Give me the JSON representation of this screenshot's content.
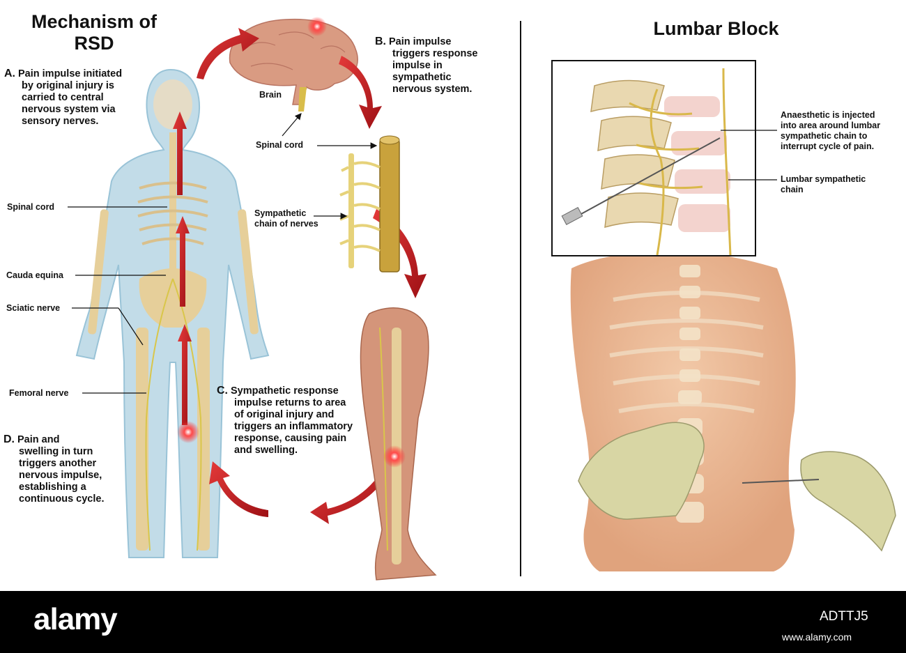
{
  "left": {
    "title_line1": "Mechanism of",
    "title_line2": "RSD",
    "steps": [
      {
        "letter": "A.",
        "lines": [
          "Pain impulse initiated",
          "by original injury is",
          "carried to central",
          "nervous system via",
          "sensory nerves."
        ]
      },
      {
        "letter": "B.",
        "lines": [
          "Pain impulse",
          "triggers response",
          "impulse in",
          "sympathetic",
          "nervous system."
        ]
      },
      {
        "letter": "C.",
        "lines": [
          "Sympathetic response",
          "impulse returns to area",
          "of original injury and",
          "triggers an inflammatory",
          "response, causing pain",
          "and swelling."
        ]
      },
      {
        "letter": "D.",
        "lines": [
          "Pain and",
          "swelling in turn",
          "triggers another",
          "nervous impulse,",
          "establishing a",
          "continuous cycle."
        ]
      }
    ],
    "labels": {
      "spinal_cord_body": "Spinal cord",
      "cauda_equina": "Cauda equina",
      "sciatic_nerve": "Sciatic nerve",
      "femoral_nerve": "Femoral nerve",
      "brain": "Brain",
      "spinal_cord_chain": "Spinal cord",
      "sympathetic_chain_1": "Sympathetic",
      "sympathetic_chain_2": "chain of nerves"
    }
  },
  "right": {
    "title": "Lumbar Block",
    "annotation_1": [
      "Anaesthetic is injected",
      "into area around lumbar",
      "sympathetic chain to",
      "interrupt cycle of pain."
    ],
    "annotation_2": [
      "Lumbar sympathetic",
      "chain"
    ]
  },
  "footer": {
    "logo": "alamy",
    "image_id": "ADTTJ5",
    "site": "www.alamy.com"
  },
  "colors": {
    "arrow": "#c0161b",
    "skin": "#e7b793",
    "body_outline": "#a9cde0",
    "bone": "#e6cf9a",
    "nerve": "#d9c64a",
    "pain_spot": "#ff2a2a"
  }
}
